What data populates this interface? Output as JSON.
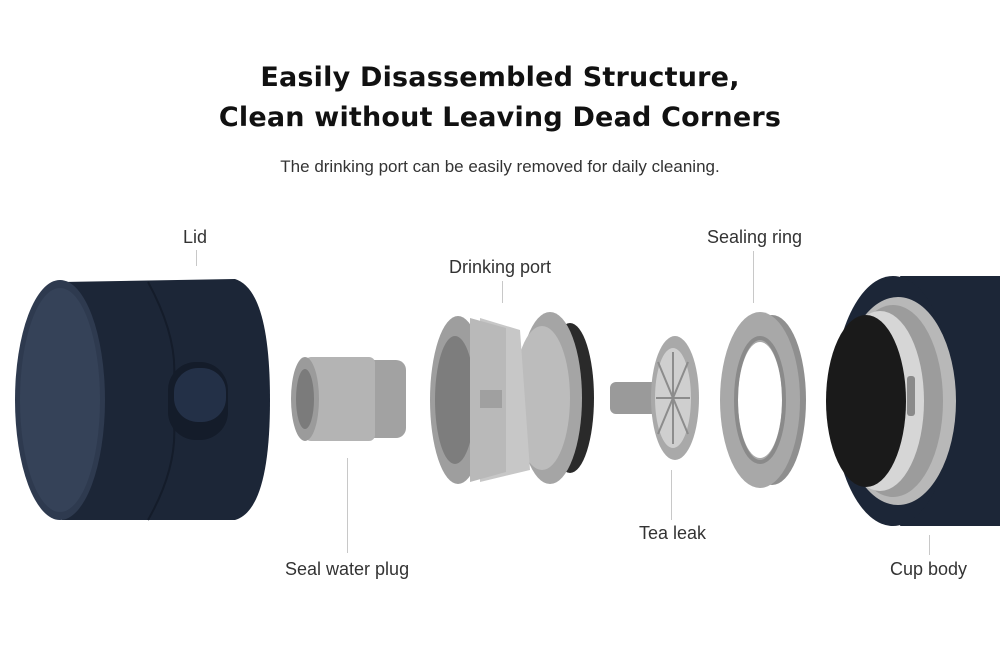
{
  "heading": {
    "line1": "Easily Disassembled Structure,",
    "line2": "Clean without Leaving Dead Corners",
    "subtitle": "The drinking port can be easily removed for daily cleaning."
  },
  "labels": {
    "lid": "Lid",
    "drinking_port": "Drinking port",
    "sealing_ring": "Sealing ring",
    "seal_water_plug": "Seal water plug",
    "tea_leak": "Tea leak",
    "cup_body": "Cup body"
  },
  "colors": {
    "navy": "#1f2a3c",
    "gray_part": "#a9a9a9",
    "steel": "#bdbdbd"
  }
}
